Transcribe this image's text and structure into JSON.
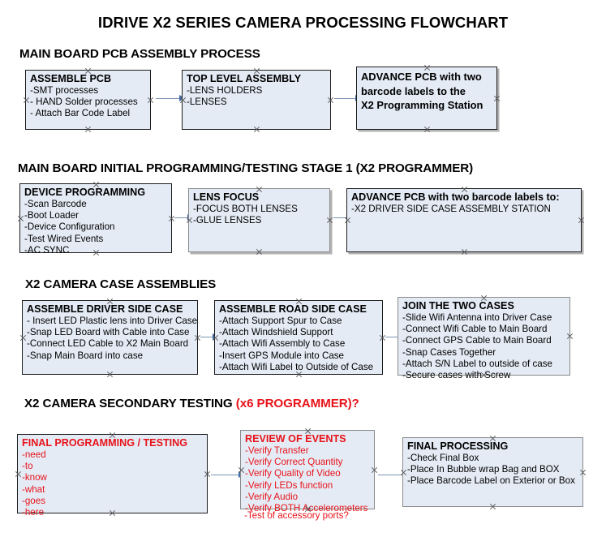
{
  "document": {
    "title": "IDRIVE X2  SERIES CAMERA PROCESSING FLOWCHART"
  },
  "colors": {
    "box_fill": "#e4ebf5",
    "box_border": "#1c1c1c",
    "gray_border": "#8a8a8a",
    "accent_red": "#e8131a",
    "connector": "#7b93b4",
    "arrowhead": "#3f6aa8"
  },
  "sections": [
    {
      "heading": "MAIN BOARD PCB ASSEMBLY PROCESS",
      "heading_red": "",
      "boxes": [
        {
          "head": "ASSEMBLE PCB",
          "lines": [
            "-SMT processes",
            "- HAND Solder processes",
            "- Attach Bar Code Label"
          ]
        },
        {
          "head": "TOP LEVEL ASSEMBLY",
          "lines": [
            "-LENS HOLDERS",
            "-LENSES"
          ]
        },
        {
          "head_lines": [
            "ADVANCE PCB with two",
            "barcode labels to the",
            " X2 Programming Station"
          ],
          "lines": []
        }
      ]
    },
    {
      "heading": "MAIN BOARD INITIAL PROGRAMMING/TESTING STAGE 1 (X2 PROGRAMMER)",
      "heading_red": "",
      "boxes": [
        {
          "head": "DEVICE PROGRAMMING",
          "lines": [
            "-Scan Barcode",
            "-Boot Loader",
            "-Device Configuration",
            "-Test Wired Events",
            "-AC SYNC"
          ]
        },
        {
          "head": "LENS FOCUS",
          "lines": [
            "-FOCUS BOTH LENSES",
            "-GLUE LENSES"
          ]
        },
        {
          "head": "ADVANCE PCB with two barcode labels to:",
          "lines": [
            "-X2 DRIVER  SIDE  CASE  ASSEMBLY STATION"
          ]
        }
      ]
    },
    {
      "heading": "X2 CAMERA CASE ASSEMBLIES",
      "heading_red": "",
      "boxes": [
        {
          "head": "ASSEMBLE DRIVER SIDE CASE",
          "lines": [
            "- Insert LED Plastic lens into Driver Case",
            "-Snap LED Board with Cable into Case",
            "-Connect LED Cable to X2 Main Board",
            "-Snap Main Board into case"
          ]
        },
        {
          "head": "ASSEMBLE ROAD SIDE CASE",
          "lines": [
            "-Attach Support Spur to Case",
            "-Attach Windshield Support",
            "-Attach Wifi Assembly to Case",
            "-Insert GPS Module into Case",
            "-Attach Wifi Label to Outside of Case"
          ]
        },
        {
          "head": "JOIN THE TWO CASES",
          "lines": [
            "-Slide Wifi Antenna into Driver Case",
            "-Connect Wifi Cable to Main Board",
            "-Connect GPS Cable to Main Board",
            "-Snap Cases Together",
            "-Attach S/N Label to outside of case",
            "-Secure cases with Screw"
          ]
        }
      ]
    },
    {
      "heading": "X2 CAMERA SECONDARY TESTING ",
      "heading_red": "(x6 PROGRAMMER)?",
      "boxes": [
        {
          "head": "FINAL PROGRAMMING / TESTING",
          "lines": [
            "-need",
            "-to",
            "-know",
            "-what",
            "-goes",
            "-here"
          ]
        },
        {
          "head": "REVIEW OF EVENTS",
          "lines": [
            "-Verify Transfer",
            "-Verify Correct Quantity",
            "-Verify Quality of Video",
            "-Verify LEDs function",
            "-Verify Audio",
            "-Verify BOTH Accelerometers"
          ],
          "overflow_line": "-Test of accessory ports?"
        },
        {
          "head": "FINAL PROCESSING",
          "lines": [
            " -Check Final Box",
            "-Place In Bubble wrap Bag and BOX",
            "-Place Barcode Label on Exterior or Box"
          ]
        }
      ]
    }
  ]
}
